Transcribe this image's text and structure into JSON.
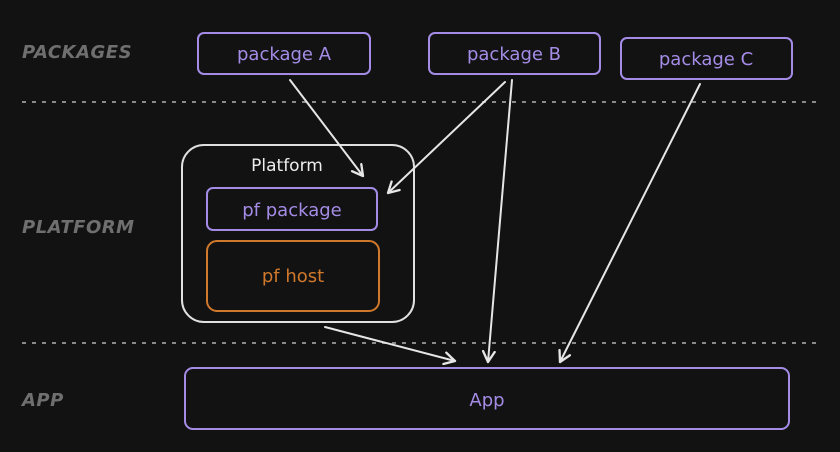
{
  "lanes": {
    "packages": "PACKAGES",
    "platform": "PLATFORM",
    "app": "APP"
  },
  "nodes": {
    "package_a": "package A",
    "package_b": "package B",
    "package_c": "package C",
    "platform_group": "Platform",
    "pf_package": "pf package",
    "pf_host": "pf host",
    "app": "App"
  },
  "colors": {
    "background": "#121212",
    "lane_label": "#6f6f6f",
    "divider": "#8a8a8a",
    "package_stroke": "#a48ce6",
    "package_text": "#a48ce6",
    "platform_stroke": "#e0e0e0",
    "platform_text": "#ededed",
    "host_stroke": "#d0782c",
    "host_text": "#d0782c",
    "arrow": "#e6e6e6"
  }
}
